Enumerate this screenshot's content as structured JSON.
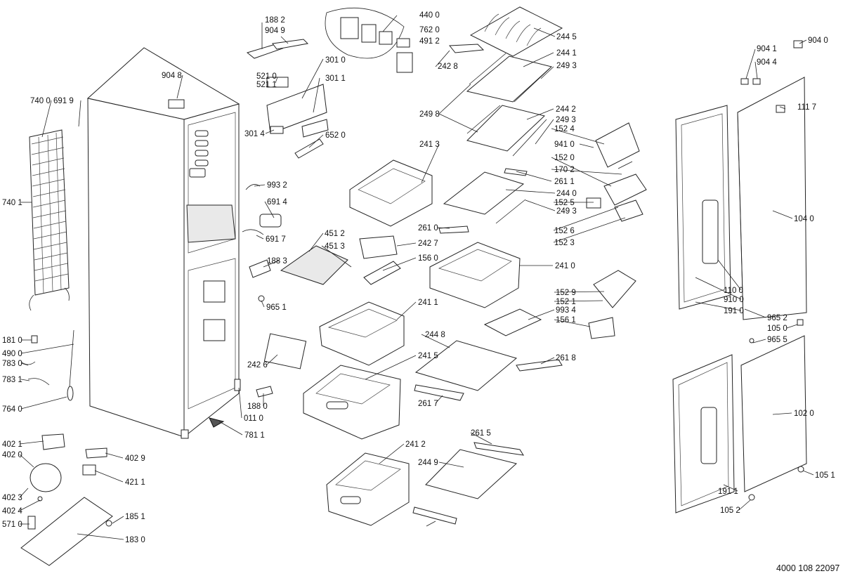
{
  "document_number": "4000 108 22097",
  "labels": [
    "188 2",
    "904 9",
    "440 0",
    "762 0",
    "491 2",
    "244 5",
    "904 0",
    "301 0",
    "904 8",
    "521 0",
    "521 1",
    "301 1",
    "244 1",
    "249 3",
    "242 8",
    "904 1",
    "904 4",
    "740 0",
    "691 9",
    "301 4",
    "652 0",
    "249 8",
    "244 2",
    "249 3",
    "111 7",
    "152 4",
    "941 0",
    "241 3",
    "152 0",
    "170 2",
    "261 1",
    "993 2",
    "244 0",
    "740 1",
    "691 4",
    "152 5",
    "249 3",
    "261 0",
    "152 6",
    "104 0",
    "691 7",
    "451 2",
    "242 7",
    "152 3",
    "451 3",
    "156 0",
    "188 3",
    "241 0",
    "110 0",
    "152 9",
    "910 0",
    "152 1",
    "965 1",
    "241 1",
    "993 4",
    "191 0",
    "965 2",
    "156 1",
    "181 0",
    "105 0",
    "490 0",
    "965 5",
    "244 8",
    "783 0",
    "241 5",
    "242 6",
    "261 8",
    "783 1",
    "261 7",
    "764 0",
    "188 0",
    "102 0",
    "011 0",
    "781 1",
    "261 5",
    "402 1",
    "241 2",
    "402 0",
    "402 9",
    "244 9",
    "421 1",
    "105 1",
    "402 3",
    "191 1",
    "402 4",
    "105 2",
    "185 1",
    "571 0",
    "183 0"
  ]
}
